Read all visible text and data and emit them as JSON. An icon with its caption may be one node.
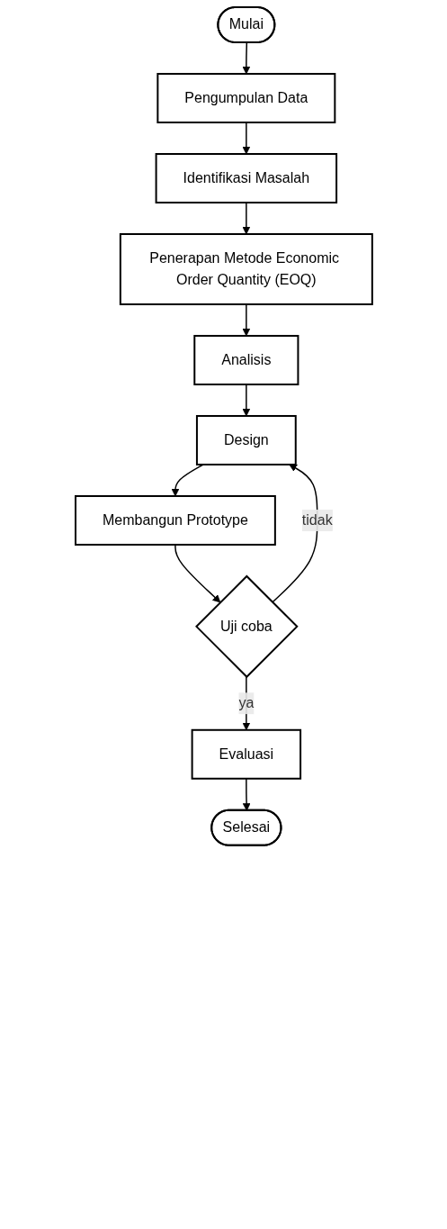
{
  "diagram": {
    "nodes": [
      {
        "text": [
          "Mulai"
        ]
      },
      {
        "text": [
          "Pengumpulan Data"
        ]
      },
      {
        "text": [
          "Identifikasi Masalah"
        ]
      },
      {
        "text": [
          "Penerapan Metode Economic Order Quantity (EOQ)"
        ]
      },
      {
        "text": [
          "Analisis"
        ]
      },
      {
        "text": [
          "Design"
        ]
      },
      {
        "text": [
          "Membangun Prototype"
        ]
      },
      {
        "text": [
          "Uji coba"
        ]
      },
      {
        "text": [
          "Evaluasi"
        ]
      },
      {
        "text": [
          "Selesai"
        ]
      }
    ],
    "edges": [
      {
        "from": 0,
        "to": 1,
        "arrow": "to"
      },
      {
        "from": 1,
        "to": 2,
        "arrow": "to"
      },
      {
        "from": 2,
        "to": 3,
        "arrow": "to"
      },
      {
        "from": 3,
        "to": 4,
        "arrow": "to"
      },
      {
        "from": 4,
        "to": 5,
        "arrow": "to"
      },
      {
        "from": 5,
        "to": 6,
        "arrow": "to"
      },
      {
        "from": 6,
        "to": 7,
        "arrow": "to"
      },
      {
        "from": 7,
        "to": 5,
        "label": "tidak",
        "arrow": "to"
      },
      {
        "from": 7,
        "to": 8,
        "label": "ya",
        "arrow": "to"
      },
      {
        "from": 8,
        "to": 9,
        "arrow": "to"
      }
    ]
  }
}
